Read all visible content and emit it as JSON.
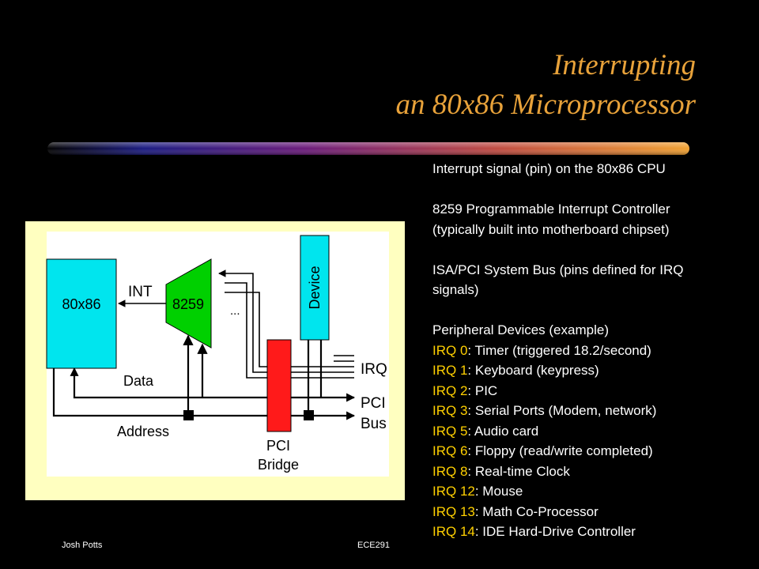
{
  "slide": {
    "title_line1": "Interrupting",
    "title_line2": "an 80x86 Microprocessor",
    "bullets": [
      "Interrupt signal (pin) on the 80x86 CPU",
      "8259 Programmable Interrupt Controller",
      "(typically built into motherboard chipset)",
      "ISA/PCI System Bus (pins defined for IRQ",
      "signals)",
      "Peripheral Devices (example)"
    ],
    "irq_list": [
      {
        "irq": "IRQ 0",
        "desc": ": Timer (triggered 18.2/second)"
      },
      {
        "irq": "IRQ 1",
        "desc": ": Keyboard (keypress)"
      },
      {
        "irq": "IRQ 2",
        "desc": ": PIC"
      },
      {
        "irq": "IRQ 3",
        "desc": ": Serial Ports (Modem, network)"
      },
      {
        "irq": "IRQ 5",
        "desc": ": Audio card"
      },
      {
        "irq": "IRQ 6",
        "desc": ": Floppy (read/write completed)"
      },
      {
        "irq": "IRQ 8",
        "desc": ": Real-time Clock"
      },
      {
        "irq": "IRQ 12",
        "desc": ": Mouse"
      },
      {
        "irq": "IRQ 13",
        "desc": ": Math Co-Processor"
      },
      {
        "irq": "IRQ 14",
        "desc": ": IDE Hard-Drive Controller"
      }
    ],
    "footer_left": "Josh Potts",
    "footer_center": "ECE291"
  },
  "diagram": {
    "cpu_label": "80x86",
    "pic_label": "8259",
    "int_label": "INT",
    "ellipsis": "...",
    "device_label": "Device",
    "irq_label": "IRQ",
    "data_label": "Data",
    "address_label": "Address",
    "pci_bus_line1": "PCI",
    "pci_bus_line2": "Bus",
    "bridge_line1": "PCI",
    "bridge_line2": "Bridge",
    "colors": {
      "frame": "#ffffc0",
      "panel": "#ffffff",
      "cpu": "#00e5ee",
      "pic": "#00d000",
      "device": "#00e5ee",
      "bridge": "#ff1a1a",
      "title": "#e8a23a",
      "irq_highlight": "#ffd000"
    }
  }
}
